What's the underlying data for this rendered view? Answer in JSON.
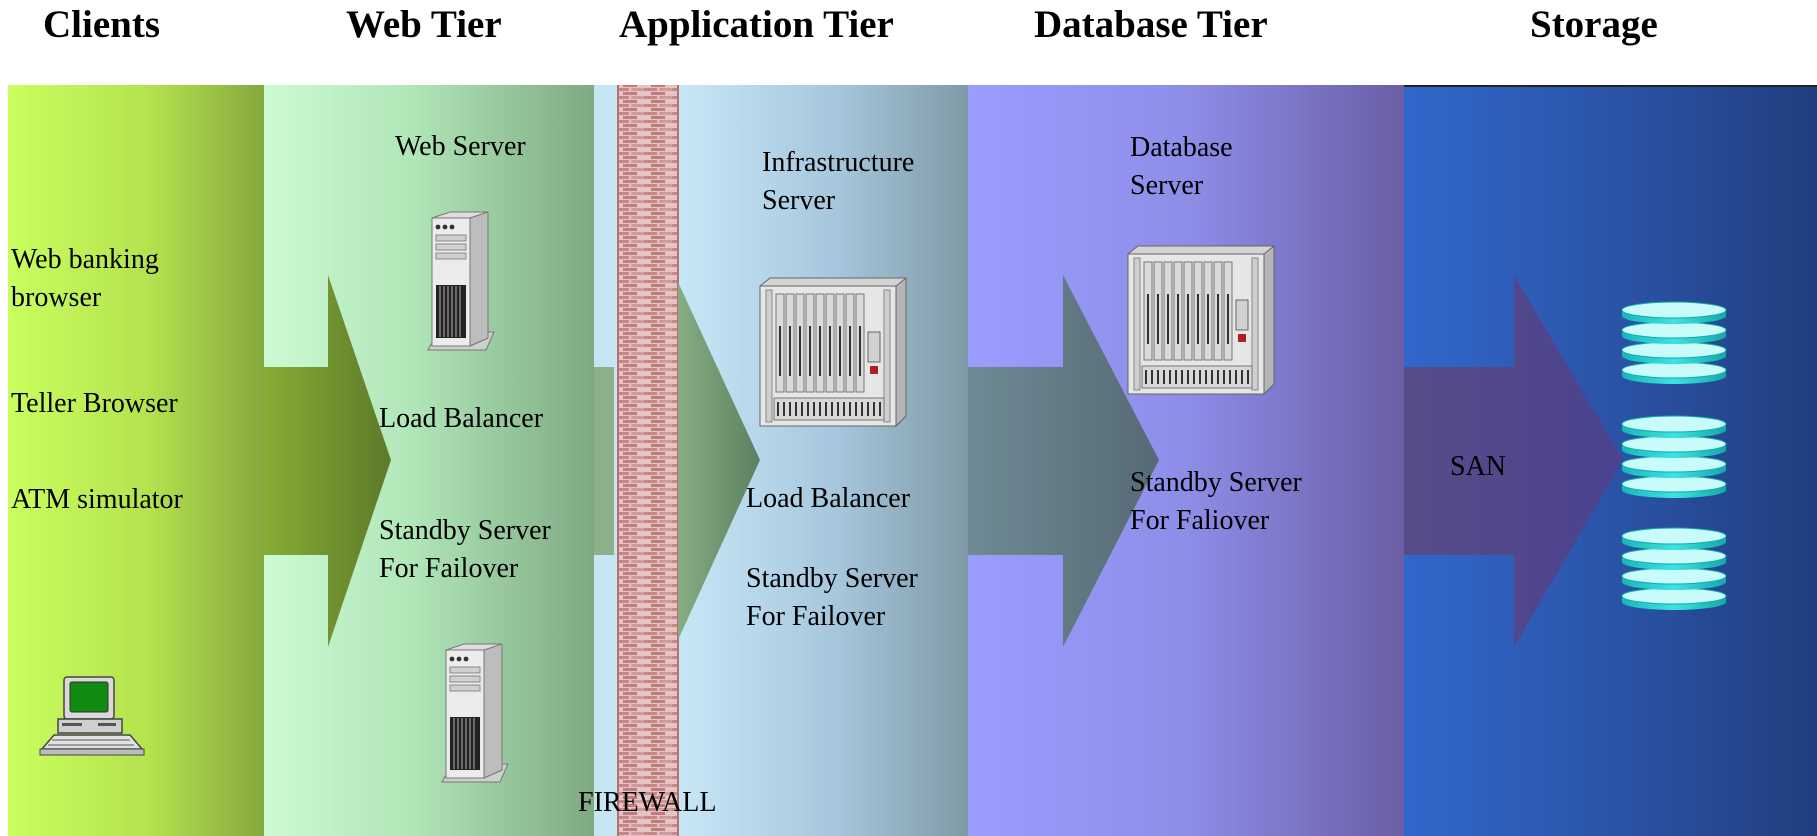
{
  "headers": {
    "clients": "Clients",
    "web_tier": "Web Tier",
    "application_tier": "Application Tier",
    "database_tier": "Database Tier",
    "storage": "Storage"
  },
  "clients": {
    "items": [
      "Web banking\nbrowser",
      "Teller Browser",
      "ATM simulator"
    ]
  },
  "web_tier": {
    "web_server": "Web Server",
    "load_balancer": "Load Balancer",
    "standby": "Standby Server\nFor Failover"
  },
  "application_tier": {
    "infrastructure_server": "Infrastructure\nServer",
    "load_balancer": "Load Balancer",
    "standby": "Standby Server\nFor Failover"
  },
  "firewall": {
    "label": "FIREWALL"
  },
  "database_tier": {
    "database_server": "Database\nServer",
    "standby": "Standby Server\nFor Faliover"
  },
  "storage": {
    "san": "SAN"
  },
  "colors": {
    "clients_band": "#c6ff5c",
    "web_band": "#c9f7d2",
    "app_band": "#c6e6f6",
    "db_band": "#9a9cff",
    "storage_band": "#2f66c8",
    "firewall": "#c98a8a",
    "disk": "#2ed6d6"
  },
  "icons": [
    "workstation-icon",
    "tower-server-icon",
    "rack-server-icon",
    "disk-stack-icon"
  ]
}
